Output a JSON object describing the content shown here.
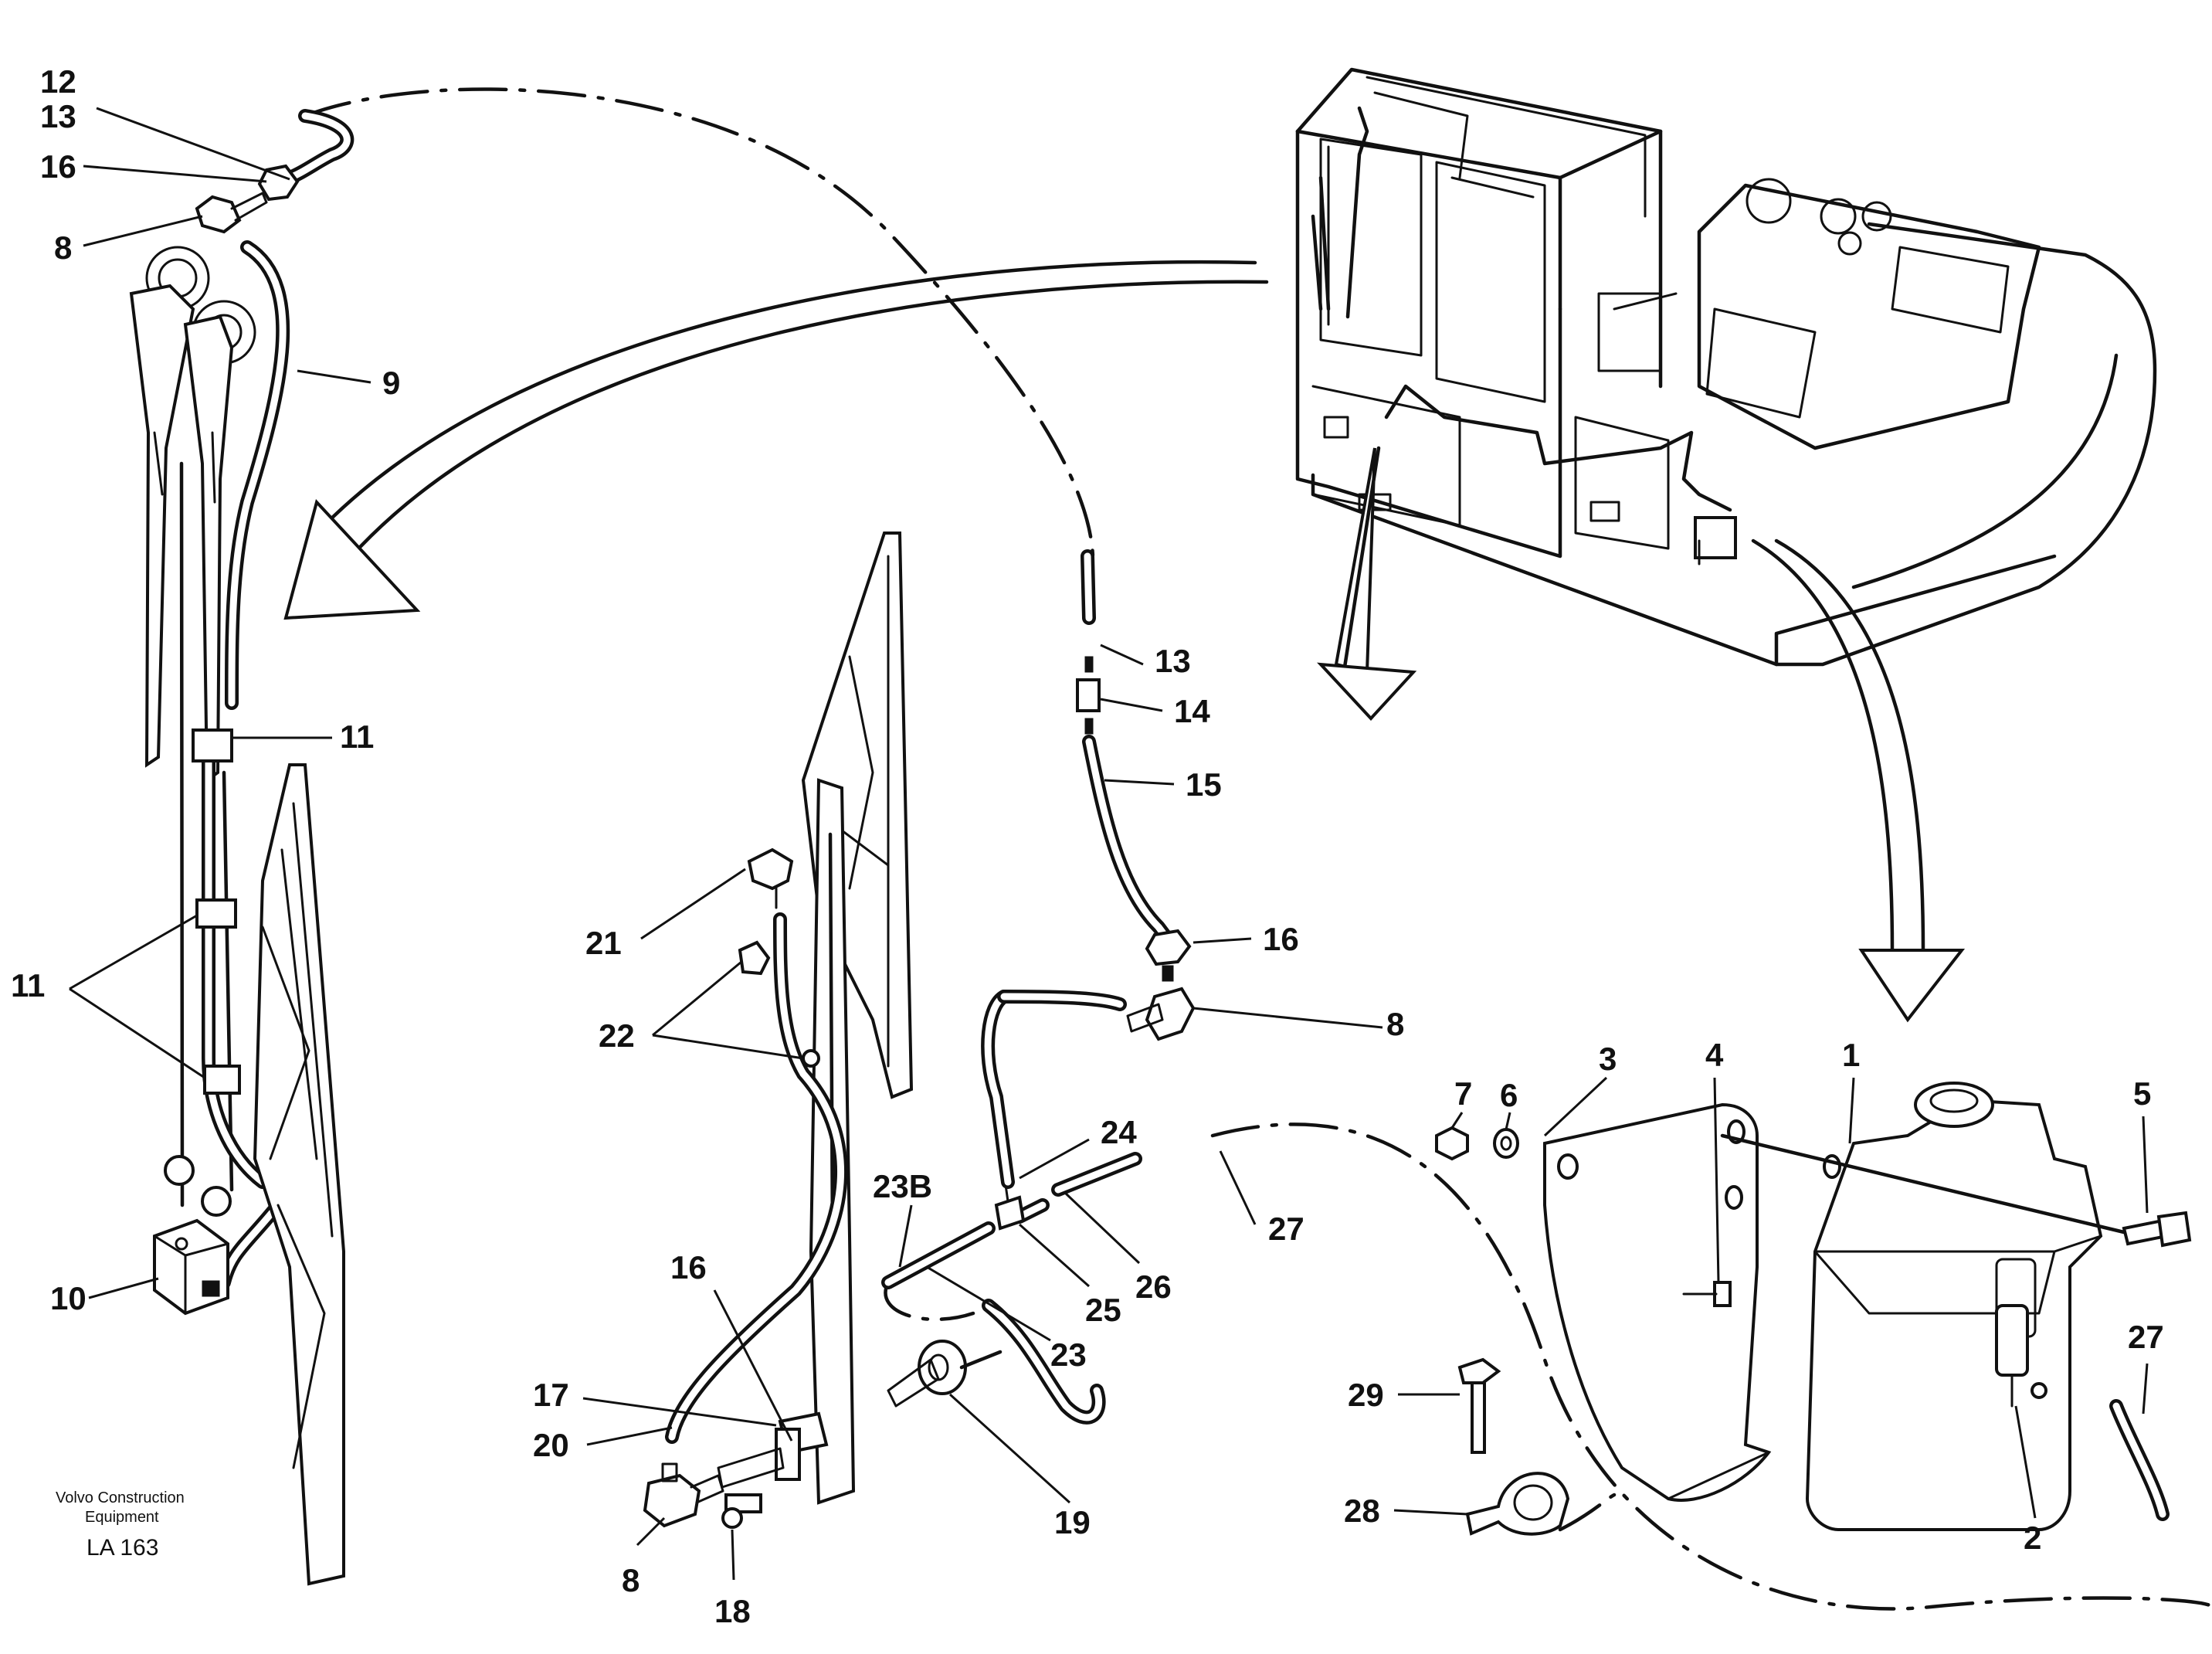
{
  "callouts": {
    "c12": "12",
    "c13a": "13",
    "c16a": "16",
    "c8a": "8",
    "c9": "9",
    "c11a": "11",
    "c11b": "11",
    "c10": "10",
    "c13b": "13",
    "c14": "14",
    "c15": "15",
    "c16b": "16",
    "c8b": "8",
    "c21": "21",
    "c22": "22",
    "c24": "24",
    "c23b": "23B",
    "c27a": "27",
    "c16c": "16",
    "c25": "25",
    "c26": "26",
    "c23": "23",
    "c17": "17",
    "c20": "20",
    "c19": "19",
    "c8c": "8",
    "c18": "18",
    "c7": "7",
    "c6": "6",
    "c3": "3",
    "c4": "4",
    "c1": "1",
    "c5": "5",
    "c27b": "27",
    "c29": "29",
    "c28": "28",
    "c2": "2"
  },
  "caption": {
    "company_line1": "Volvo Construction",
    "company_line2": "Equipment",
    "drawing_code": "LA 163"
  }
}
